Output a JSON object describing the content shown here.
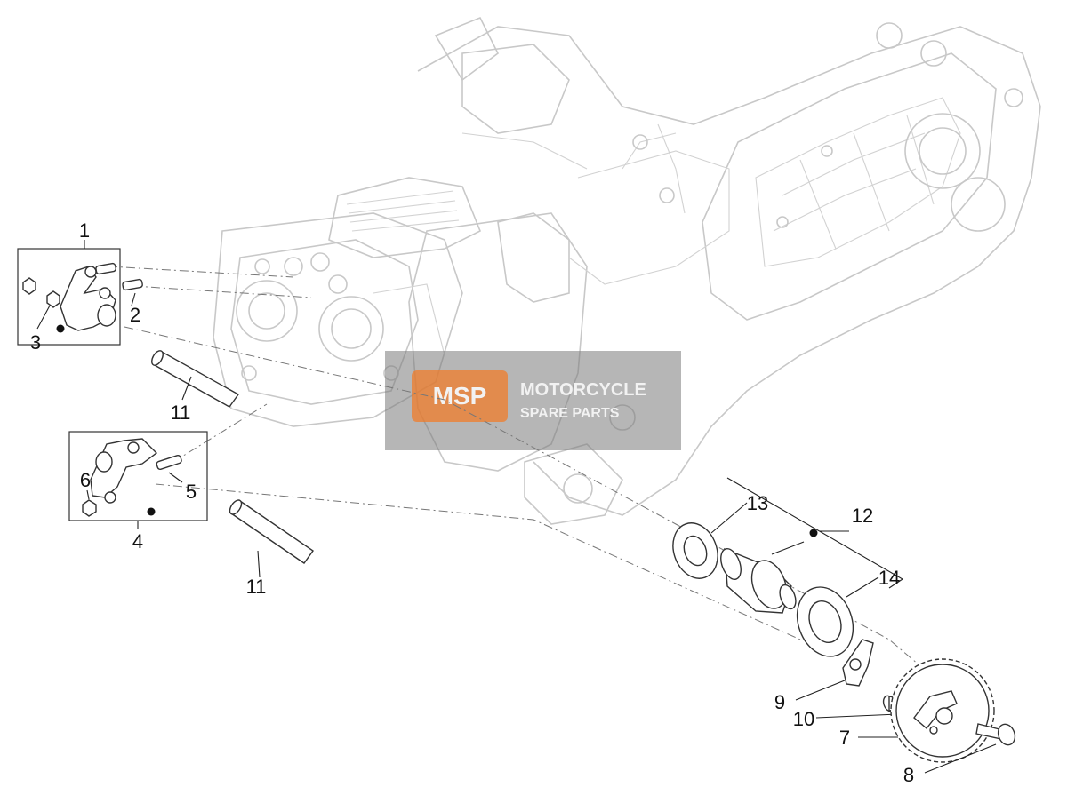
{
  "callouts": {
    "c1": "1",
    "c2": "2",
    "c3": "3",
    "c4": "4",
    "c5": "5",
    "c6": "6",
    "c7": "7",
    "c8": "8",
    "c9": "9",
    "c10": "10",
    "c11a": "11",
    "c11b": "11",
    "c12": "12",
    "c13": "13",
    "c14": "14"
  },
  "watermark": {
    "line1": "MOTORCYCLE",
    "line2": "SPARE PARTS",
    "badge": "MSP"
  },
  "colors": {
    "ghost": "#c8c8c8",
    "ink": "#111111",
    "watermark_bg": "#7a7a7a",
    "watermark_orange": "#f07c2a"
  }
}
